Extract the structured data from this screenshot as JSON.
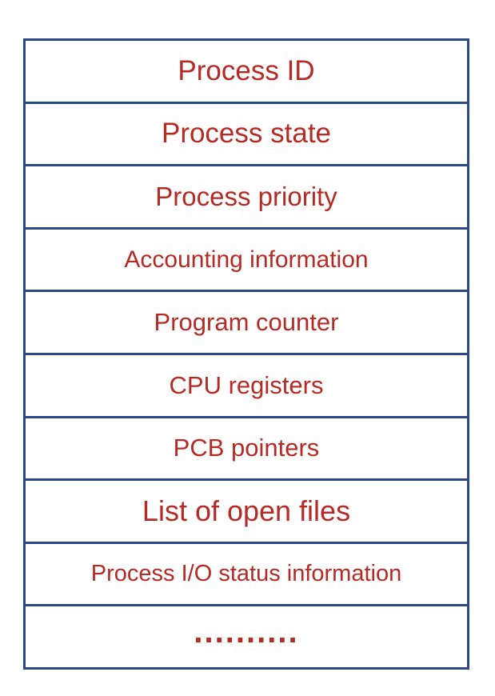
{
  "pcb_fields": [
    {
      "label": "Process ID"
    },
    {
      "label": "Process state"
    },
    {
      "label": "Process priority"
    },
    {
      "label": "Accounting information"
    },
    {
      "label": "Program counter"
    },
    {
      "label": "CPU registers"
    },
    {
      "label": "PCB pointers"
    },
    {
      "label": "List of open files"
    },
    {
      "label": "Process I/O status information"
    },
    {
      "label": ".........."
    }
  ],
  "colors": {
    "border": "#2c4a8a",
    "text": "#b52a24",
    "background": "#ffffff"
  }
}
